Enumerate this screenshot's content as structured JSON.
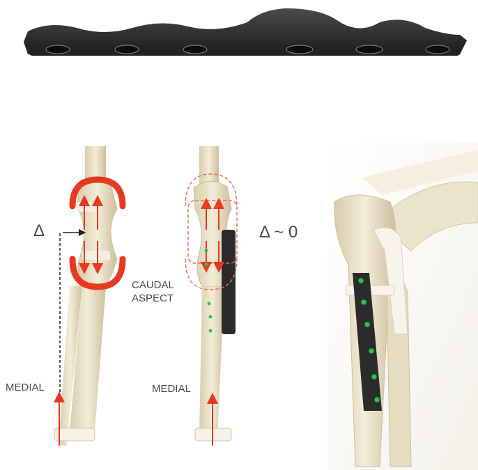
{
  "labels": {
    "delta": "Δ",
    "delta_zero": "Δ ~ 0",
    "caudal_line1": "CAUDAL",
    "caudal_line2": "ASPECT",
    "medial_left": "MEDIAL",
    "medial_middle": "MEDIAL"
  },
  "colors": {
    "plate": "#2a2a2a",
    "bone": "#ece3cc",
    "bone_shadow": "#cfc3a3",
    "arrow_red": "#e8381f",
    "dashed_red": "#f06a5a",
    "screw_green": "#2fbf4a",
    "text": "#4a4a4a"
  }
}
